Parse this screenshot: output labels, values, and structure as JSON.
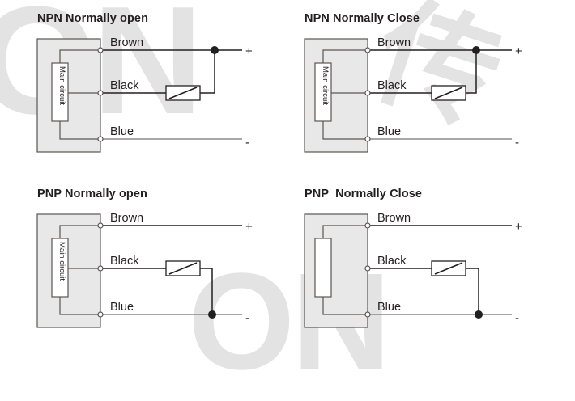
{
  "page": {
    "background": "#ffffff",
    "watermark_color": "#e3e3e3",
    "watermark_texts": [
      "ON",
      "ON",
      "传"
    ]
  },
  "palette": {
    "title_color": "#231f20",
    "body_fill": "#e8e8e8",
    "body_stroke": "#5a5550",
    "inner_fill": "#ffffff",
    "inner_stroke": "#5a5550",
    "wire_dark": "#231f20",
    "wire_light": "#8a8a8a",
    "terminal_fill": "#ffffff",
    "junction_fill": "#231f20"
  },
  "labels": {
    "brown": "Brown",
    "black": "Black",
    "blue": "Blue",
    "plus": "+",
    "minus": "-",
    "main_circuit": "Main circuit"
  },
  "diagrams": [
    {
      "id": "npn-normally-open",
      "title": "NPN Normally open",
      "sensor_type": "NPN",
      "contact_mode": "Normally open",
      "inner_box_labeled": true,
      "inner_box_text": "Main circuit",
      "load_return": "positive",
      "junction_on": "brown",
      "wires": [
        "Brown",
        "Black",
        "Blue"
      ],
      "polarity": {
        "brown": "+",
        "blue": "-"
      }
    },
    {
      "id": "npn-normally-close",
      "title": "NPN Normally Close",
      "sensor_type": "NPN",
      "contact_mode": "Normally Close",
      "inner_box_labeled": true,
      "inner_box_text": "Main circuit",
      "load_return": "positive",
      "junction_on": "brown",
      "wires": [
        "Brown",
        "Black",
        "Blue"
      ],
      "polarity": {
        "brown": "+",
        "blue": "-"
      }
    },
    {
      "id": "pnp-normally-open",
      "title": "PNP Normally open",
      "sensor_type": "PNP",
      "contact_mode": "Normally open",
      "inner_box_labeled": true,
      "inner_box_text": "Main circuit",
      "load_return": "negative",
      "junction_on": "blue",
      "wires": [
        "Brown",
        "Black",
        "Blue"
      ],
      "polarity": {
        "brown": "+",
        "blue": "-"
      }
    },
    {
      "id": "pnp-normally-close",
      "title": "PNP  Normally Close",
      "sensor_type": "PNP",
      "contact_mode": "Normally Close",
      "inner_box_labeled": false,
      "inner_box_text": "",
      "load_return": "negative",
      "junction_on": "blue",
      "wires": [
        "Brown",
        "Black",
        "Blue"
      ],
      "polarity": {
        "brown": "+",
        "blue": "-"
      }
    }
  ]
}
